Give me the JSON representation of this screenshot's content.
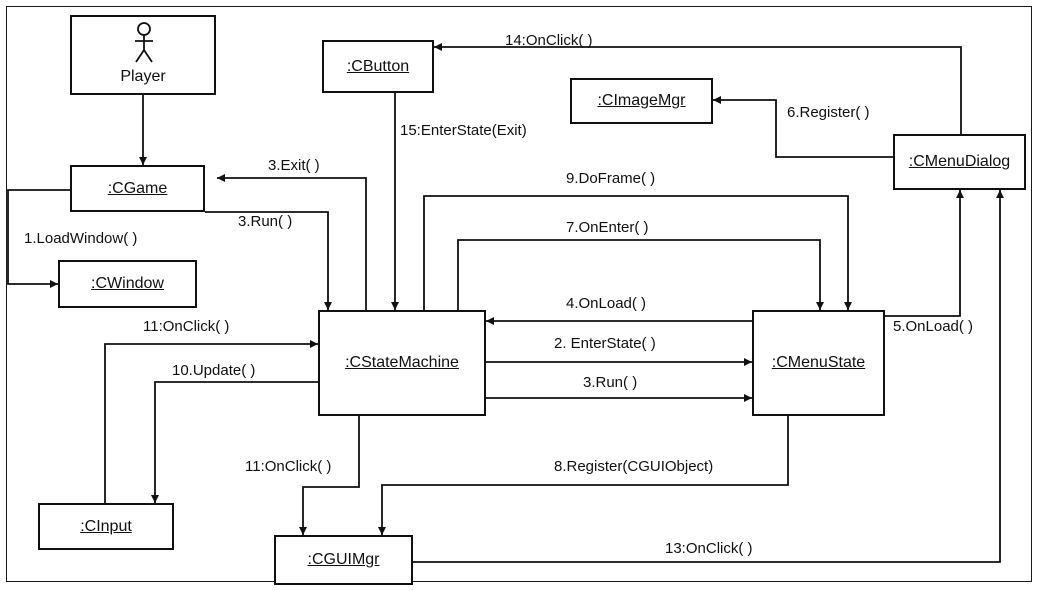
{
  "actor": {
    "name": "Player"
  },
  "objects": {
    "cgame": ":CGame",
    "cwindow": ":CWindow",
    "cbutton": ":CButton",
    "cimagemgr": ":CImageMgr",
    "cmenudialog": ":CMenuDialog",
    "cstatemachine": ":CStateMachine",
    "cmenustate": ":CMenuState",
    "cinput": ":CInput",
    "cguimgr": ":CGUIMgr"
  },
  "messages": {
    "m1": "1.LoadWindow( )",
    "m2": "2. EnterState( )",
    "m3_exit": "3.Exit( )",
    "m3_run_game": "3.Run( )",
    "m3_run_menu": "3.Run( )",
    "m4": "4.OnLoad( )",
    "m5": "5.OnLoad( )",
    "m6": "6.Register( )",
    "m7": "7.OnEnter( )",
    "m8": "8.Register(CGUIObject)",
    "m9": "9.DoFrame( )",
    "m10": "10.Update( )",
    "m11_input": "11:OnClick( )",
    "m11_gui": "11:OnClick( )",
    "m13": "13:OnClick( )",
    "m14": "14:OnClick( )",
    "m15": "15:EnterState(Exit)"
  }
}
